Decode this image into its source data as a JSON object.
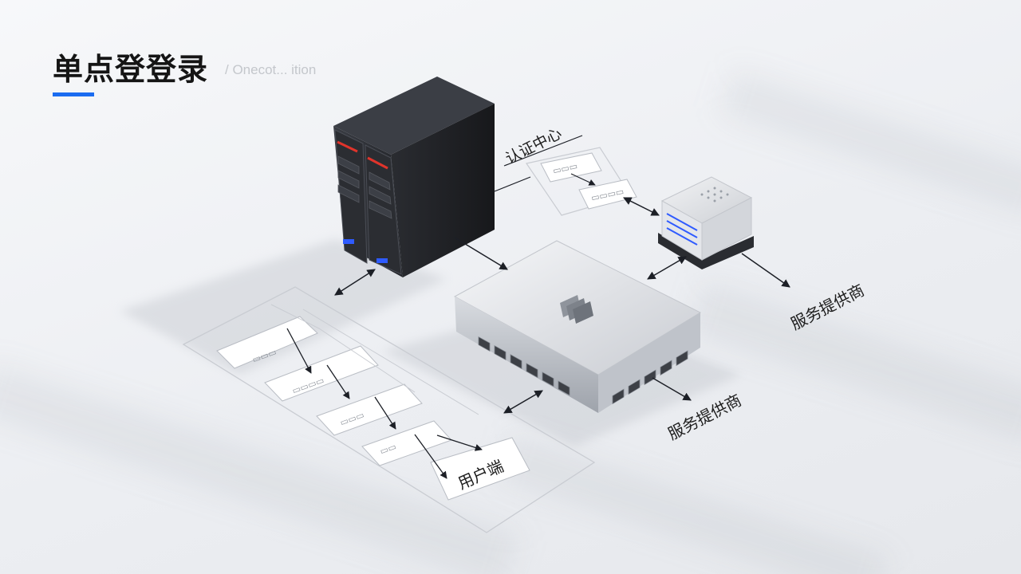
{
  "slide": {
    "title": "单点登登录",
    "subtitle": "/ Onecot... ition"
  },
  "labels": {
    "auth_center": "认证中心",
    "provider_right": "服务提供商",
    "provider_center": "服务提供商",
    "client": "用户端"
  },
  "colors": {
    "accent": "#1a6cf0",
    "server_led": "#2f5bff",
    "server_strip": "#e0342b"
  },
  "icons": {
    "switch_logo": "bars-icon"
  }
}
